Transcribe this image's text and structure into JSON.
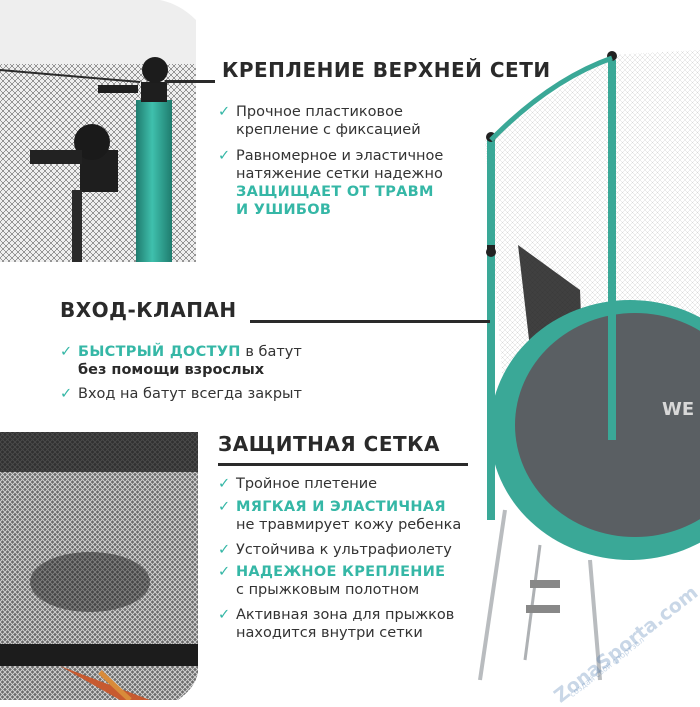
{
  "sections": {
    "top_net": {
      "title": "КРЕПЛЕНИЕ ВЕРХНЕЙ СЕТИ",
      "bullets": [
        {
          "line1": "Прочное пластиковое",
          "line2": "крепление с фиксацией"
        },
        {
          "line1": "Равномерное и эластичное",
          "line2": "натяжение сетки надежно",
          "line3": "ЗАЩИЩАЕТ ОТ ТРАВМ",
          "line4": "И УШИБОВ"
        }
      ]
    },
    "entry": {
      "title": "ВХОД-КЛАПАН",
      "bullets": [
        {
          "accent": "БЫСТРЫЙ ДОСТУП",
          "text": " в батут",
          "line2": "без помощи взрослых"
        },
        {
          "text": "Вход на батут всегда закрыт"
        }
      ]
    },
    "net": {
      "title": "ЗАЩИТНАЯ СЕТКА",
      "bullets": [
        {
          "text": "Тройное плетение"
        },
        {
          "accent": "МЯГКАЯ И ЭЛАСТИЧНАЯ",
          "line2": "не травмирует кожу ребенка"
        },
        {
          "text": "Устойчива к ультрафиолету"
        },
        {
          "accent": "НАДЕЖНОЕ КРЕПЛЕНИЕ",
          "line2": "с прыжковым полотном"
        },
        {
          "text": "Активная зона для прыжков",
          "line2": "находится внутри сетки"
        }
      ]
    }
  },
  "check_symbol": "✓",
  "watermark": {
    "text": "ZonaSporta.com",
    "subtext": "создай свой спортзал"
  },
  "brand_mark": "WE",
  "colors": {
    "accent": "#35b7a6",
    "dark": "#2a2a2a",
    "pole": "#3aa897",
    "mat": "#555a5e"
  }
}
